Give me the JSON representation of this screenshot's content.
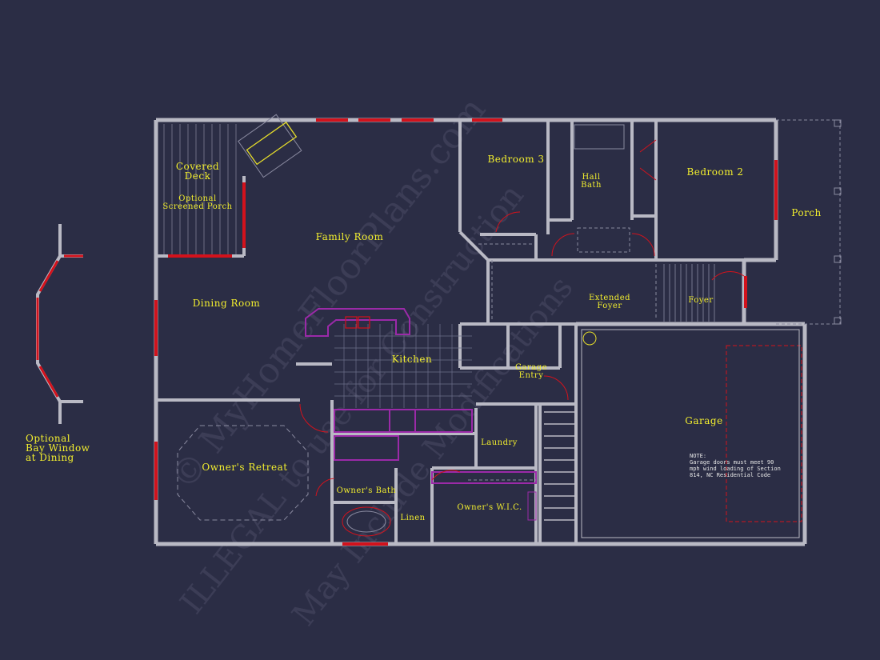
{
  "rooms": {
    "covered_deck": "Covered\nDeck",
    "screened_porch": "Optional\nScreened Porch",
    "family_room": "Family Room",
    "dining_room": "Dining Room",
    "bedroom3": "Bedroom 3",
    "hall_bath": "Hall\nBath",
    "bedroom2": "Bedroom 2",
    "porch": "Porch",
    "extended_foyer": "Extended\nFoyer",
    "foyer": "Foyer",
    "kitchen": "Kitchen",
    "garage_entry": "Garage\nEntry",
    "garage": "Garage",
    "laundry": "Laundry",
    "owners_retreat": "Owner's Retreat",
    "owners_bath": "Owner's Bath",
    "linen": "Linen",
    "owners_wic": "Owner's W.I.C."
  },
  "bay_window_label": "Optional\nBay Window\nat Dining",
  "garage_note": "NOTE:\nGarage doors must meet 90\nmph wind loading of Section\n814, NC Residential Code",
  "watermarks": [
    "© MyHomeFloorPlans.com",
    "ILLEGAL to use for Construction",
    "May Include Modifications"
  ],
  "colors": {
    "background": "#2b2d45",
    "wall": "#b9b9c4",
    "window": "#d3121c",
    "label": "#f2ee2e",
    "fixture": "#8a8aa0",
    "cabinet": "#9b2aa8"
  }
}
